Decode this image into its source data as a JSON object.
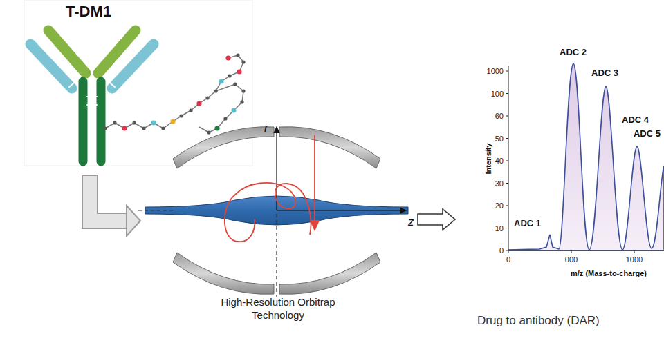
{
  "diagram": {
    "nodes": [
      {
        "text": [
          "T-DM1"
        ]
      },
      {
        "text": [
          "High-Resolution Orbitrap Technology"
        ]
      },
      {
        "text": [
          "Drug to antibody (DAR)"
        ]
      }
    ],
    "edges": [
      {
        "from": 0,
        "to": 1,
        "arrow": "to"
      },
      {
        "from": 1,
        "to": 2,
        "arrow": "to"
      }
    ],
    "labels": [
      "r",
      "z",
      "ADC 1",
      "ADC 2",
      "ADC 3",
      "ADC 4",
      "ADC 5",
      "1000",
      "100",
      "60",
      "50",
      "40",
      "30",
      "20",
      "10",
      "0",
      "0",
      "000",
      "1000",
      "Intensity",
      "m/z (Mass-to-charge)"
    ]
  }
}
